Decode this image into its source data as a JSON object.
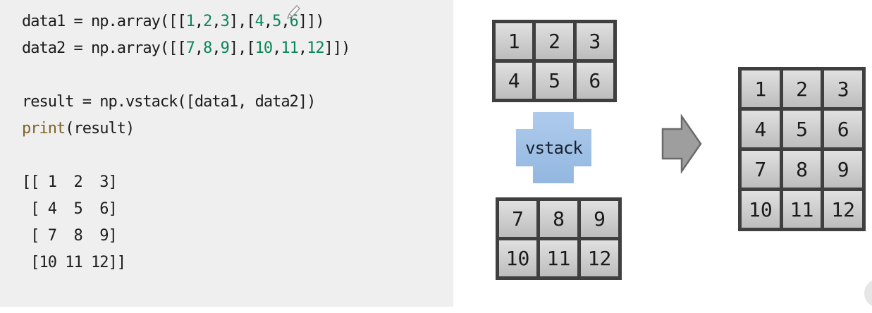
{
  "syntax_colors": {
    "default": "#1c1c1c",
    "number": "#098658",
    "function": "#7d6428"
  },
  "code": {
    "lines": [
      {
        "segments": [
          {
            "c": "d",
            "t": "data1 = np.array([["
          },
          {
            "c": "n",
            "t": "1"
          },
          {
            "c": "d",
            "t": ","
          },
          {
            "c": "n",
            "t": "2"
          },
          {
            "c": "d",
            "t": ","
          },
          {
            "c": "n",
            "t": "3"
          },
          {
            "c": "d",
            "t": "],["
          },
          {
            "c": "n",
            "t": "4"
          },
          {
            "c": "d",
            "t": ","
          },
          {
            "c": "n",
            "t": "5"
          },
          {
            "c": "d",
            "t": ","
          },
          {
            "c": "n",
            "t": "6"
          },
          {
            "c": "d",
            "t": "]])"
          }
        ]
      },
      {
        "segments": [
          {
            "c": "d",
            "t": "data2 = np.array([["
          },
          {
            "c": "n",
            "t": "7"
          },
          {
            "c": "d",
            "t": ","
          },
          {
            "c": "n",
            "t": "8"
          },
          {
            "c": "d",
            "t": ","
          },
          {
            "c": "n",
            "t": "9"
          },
          {
            "c": "d",
            "t": "],["
          },
          {
            "c": "n",
            "t": "10"
          },
          {
            "c": "d",
            "t": ","
          },
          {
            "c": "n",
            "t": "11"
          },
          {
            "c": "d",
            "t": ","
          },
          {
            "c": "n",
            "t": "12"
          },
          {
            "c": "d",
            "t": "]])"
          }
        ]
      },
      {
        "segments": []
      },
      {
        "segments": [
          {
            "c": "d",
            "t": "result = np.vstack([data1, data2])"
          }
        ]
      },
      {
        "segments": [
          {
            "c": "f",
            "t": "print"
          },
          {
            "c": "d",
            "t": "(result)"
          }
        ]
      },
      {
        "segments": []
      },
      {
        "segments": [
          {
            "c": "d",
            "t": "[[ 1  2  3]"
          }
        ]
      },
      {
        "segments": [
          {
            "c": "d",
            "t": " [ 4  5  6]"
          }
        ]
      },
      {
        "segments": [
          {
            "c": "d",
            "t": " [ 7  8  9]"
          }
        ]
      },
      {
        "segments": [
          {
            "c": "d",
            "t": " [10 11 12]]"
          }
        ]
      }
    ]
  },
  "diagram": {
    "operator_label": "vstack",
    "matrix_a": {
      "rows": [
        [
          "1",
          "2",
          "3"
        ],
        [
          "4",
          "5",
          "6"
        ]
      ]
    },
    "matrix_b": {
      "rows": [
        [
          "7",
          "8",
          "9"
        ],
        [
          "10",
          "11",
          "12"
        ]
      ]
    },
    "matrix_result": {
      "rows": [
        [
          "1",
          "2",
          "3"
        ],
        [
          "4",
          "5",
          "6"
        ],
        [
          "7",
          "8",
          "9"
        ],
        [
          "10",
          "11",
          "12"
        ]
      ]
    },
    "colors": {
      "operator_fill": "#93b7e0",
      "matrix_border": "#3f3f3f",
      "cell_light": "#e0e0e0",
      "cell_dark": "#bdbdbd",
      "arrow_fill": "#9e9e9e",
      "arrow_stroke": "#6a6a6a",
      "code_panel_bg": "#efefef"
    }
  }
}
